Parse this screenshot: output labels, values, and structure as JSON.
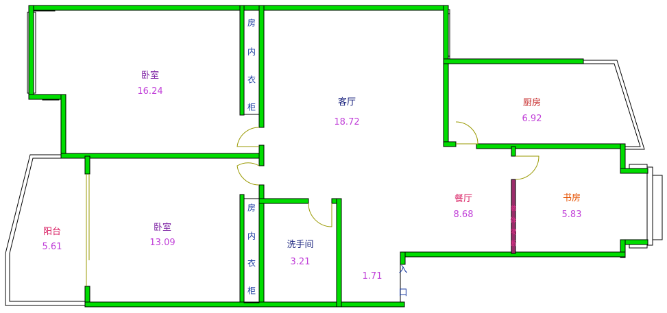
{
  "rooms": {
    "bedroom1": {
      "name": "卧室",
      "area": "16.24"
    },
    "living": {
      "name": "客厅",
      "area": "18.72"
    },
    "kitchen": {
      "name": "厨房",
      "area": "6.92"
    },
    "dining": {
      "name": "餐厅",
      "area": "8.68"
    },
    "study": {
      "name": "书房",
      "area": "5.83"
    },
    "balcony": {
      "name": "阳台",
      "area": "5.61"
    },
    "bedroom2": {
      "name": "卧室",
      "area": "13.09"
    },
    "washroom": {
      "name": "洗手间",
      "area": "3.21"
    },
    "entry_area": {
      "area": "1.71"
    }
  },
  "closet_top": [
    "房",
    "内",
    "衣",
    "柜"
  ],
  "closet_bottom": [
    "房",
    "内",
    "衣",
    "柜"
  ],
  "pink_column": [
    "装",
    "饰",
    "隔",
    "断"
  ],
  "entrance": [
    "入",
    "口"
  ],
  "colors": {
    "wall": "#00dd00",
    "wall_edge": "#000000",
    "outline": "#000000",
    "door": "#999900"
  }
}
